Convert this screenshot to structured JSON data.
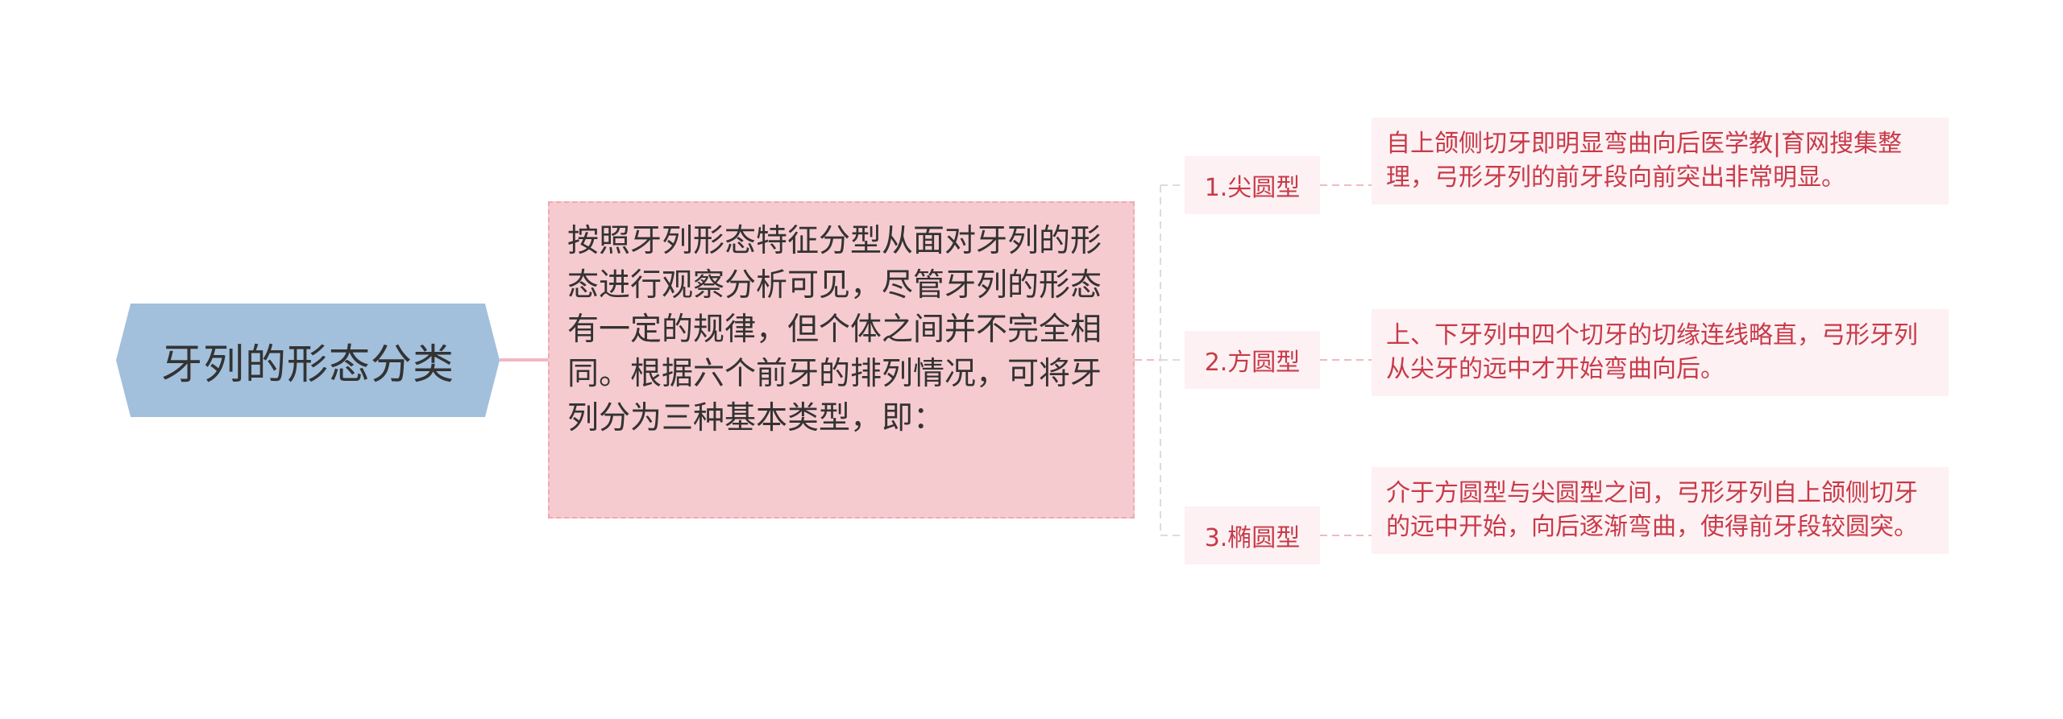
{
  "root": {
    "label": "牙列的形态分类"
  },
  "main": {
    "text": "按照牙列形态特征分型从面对牙列的形态进行观察分析可见，尽管牙列的形态有一定的规律，但个体之间并不完全相同。根据六个前牙的排列情况，可将牙列分为三种基本类型，即："
  },
  "types": [
    {
      "label": "1.尖圆型",
      "description": "自上颌侧切牙即明显弯曲向后医学教|育网搜集整理，弓形牙列的前牙段向前突出非常明显。"
    },
    {
      "label": "2.方圆型",
      "description": "上、下牙列中四个切牙的切缘连线略直，弓形牙列从尖牙的远中才开始弯曲向后。"
    },
    {
      "label": "3.椭圆型",
      "description": "介于方圆型与尖圆型之间，弓形牙列自上颌侧切牙的远中开始，向后逐渐弯曲，使得前牙段较圆突。"
    }
  ],
  "colors": {
    "root_fill": "#a2c0dc",
    "main_fill": "#f6cbd0",
    "leaf_fill": "#fdf1f3",
    "leaf_text": "#c83a49",
    "connector": "#f2b8c0"
  }
}
